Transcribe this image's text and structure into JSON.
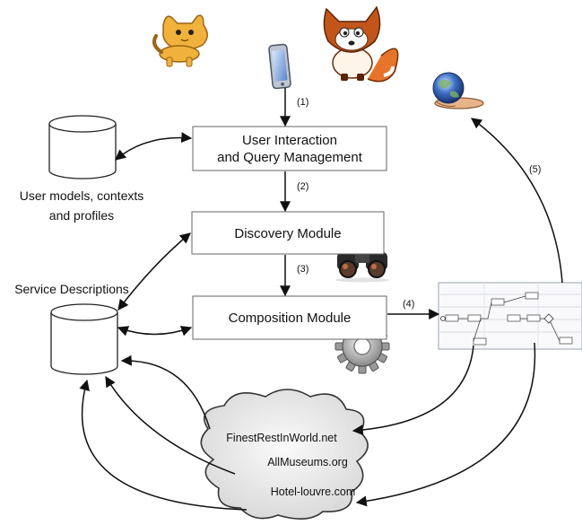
{
  "boxes": {
    "user_interaction": [
      "User Interaction",
      "and Query Management"
    ],
    "discovery": "Discovery Module",
    "composition": "Composition Module"
  },
  "stores": {
    "user_models": [
      "User models, contexts",
      "and profiles"
    ],
    "service_descriptions": "Service Descriptions"
  },
  "steps": [
    "(1)",
    "(2)",
    "(3)",
    "(4)",
    "(5)"
  ],
  "web_sites": [
    "FinestRestInWorld.net",
    "AllMuseums.org",
    "Hotel-louvre.com"
  ],
  "icons": [
    "cat-icon",
    "fox-icon",
    "smartphone-icon",
    "globe-in-hand-icon",
    "binoculars-icon",
    "gear-icon",
    "workflow-diagram-icon",
    "cloud-icon"
  ]
}
